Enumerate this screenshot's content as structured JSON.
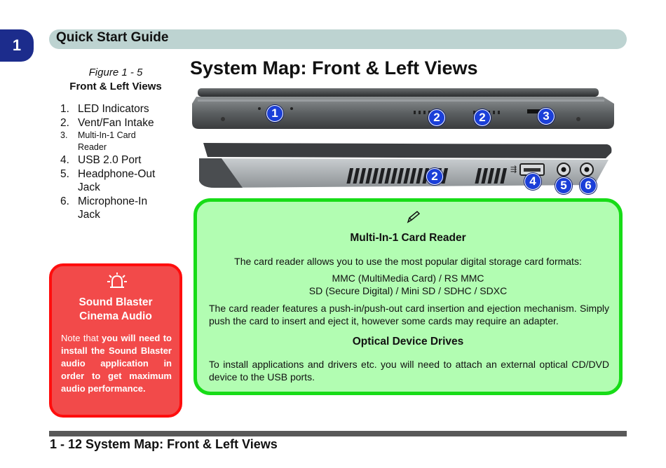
{
  "chapter": {
    "number": "1"
  },
  "header": {
    "title": "Quick Start Guide"
  },
  "page_title": "System Map: Front & Left Views",
  "figure": {
    "number": "Figure 1 - 5",
    "title": "Front & Left Views",
    "items": [
      {
        "num": "1.",
        "text": "LED Indicators"
      },
      {
        "num": "2.",
        "text": "Vent/Fan Intake"
      },
      {
        "num": "3.",
        "text": "Multi-In-1 Card Reader"
      },
      {
        "num": "4.",
        "text": "USB 2.0 Port"
      },
      {
        "num": "5.",
        "text": "Headphone-Out Jack"
      },
      {
        "num": "6.",
        "text": "Microphone-In Jack"
      }
    ]
  },
  "callouts": {
    "front": [
      "1",
      "2",
      "2",
      "3"
    ],
    "left": [
      "2",
      "4",
      "5",
      "6"
    ]
  },
  "sound_blaster": {
    "icon": "alarm-bell-icon",
    "title_line1": "Sound Blaster",
    "title_line2": "Cinema Audio",
    "note_prefix": "Note that ",
    "note_bold": "you will need to install the Sound Blaster audio application in order to get maximum audio performance."
  },
  "info_box": {
    "icon": "pencil-icon",
    "heading1": "Multi-In-1 Card Reader",
    "para1": "The card reader allows you to use the most popular digital storage card formats:",
    "formats_line1": "MMC (MultiMedia Card) / RS MMC",
    "formats_line2": "SD (Secure Digital) / Mini SD / SDHC / SDXC",
    "para2": "The card reader features a push-in/push-out card insertion and ejection mechanism. Simply push the card to insert and eject it, however some cards may require an adapter.",
    "heading2": "Optical Device Drives",
    "para3": "To install applications and drivers etc. you will need to attach an external optical CD/DVD device to the USB ports."
  },
  "footer": {
    "text": "1 - 12 System Map: Front & Left Views"
  },
  "colors": {
    "chapter_tab": "#1c2c8c",
    "header_bar": "#bdd3d1",
    "sound_box": "#f24a4a",
    "sound_border": "#ff0d0d",
    "info_box": "#b2fdb2",
    "info_border": "#17dc17",
    "badge": "#1b3fd8"
  }
}
